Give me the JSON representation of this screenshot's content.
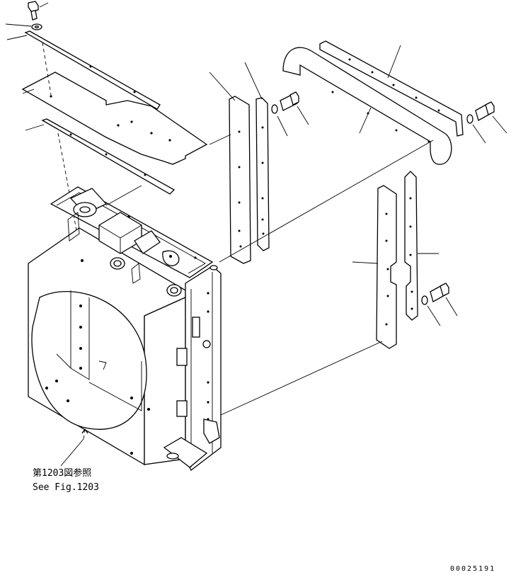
{
  "reference": {
    "japanese": "第1203図参照",
    "english": "See Fig.1203"
  },
  "drawing_code": "00025191"
}
